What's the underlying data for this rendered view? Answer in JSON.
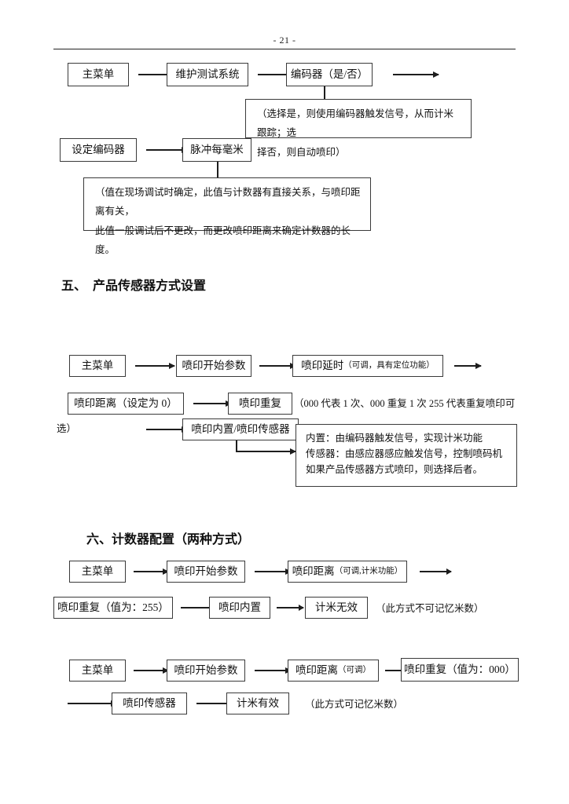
{
  "page": {
    "number_label": "- 21 -",
    "paper_color": "#ffffff",
    "ink_color": "#111111"
  },
  "section_encoder": {
    "flow_row1": [
      {
        "label": "主菜单"
      },
      {
        "label": "维护测试系统"
      },
      {
        "label": "编码器（是/否）"
      }
    ],
    "note1": {
      "line1": "（选择是，则使用编码器触发信号，从而计米跟踪；选",
      "line2": "择否，则自动喷印）"
    },
    "flow_row2": [
      {
        "label": "设定编码器"
      },
      {
        "label": "脉冲每毫米"
      }
    ],
    "note2": {
      "line1": "（值在现场调试时确定，此值与计数器有直接关系，与喷印距离有关，",
      "line2": "此值一般调试后不更改，而更改喷印距离来确定计数器的长度。"
    }
  },
  "section_five": {
    "number": "五、",
    "title": "产品传感器方式设置",
    "flow_row1": [
      {
        "label": "主菜单"
      },
      {
        "label": "喷印开始参数"
      },
      {
        "label_main": "喷印延时",
        "label_sub": "（可调，具有定位功能）"
      }
    ],
    "flow_row2": [
      {
        "label": "喷印距离（设定为 0）"
      },
      {
        "label": "喷印重复"
      }
    ],
    "repeat_note_line1": "（000 代表 1 次、000 重复 1 次  255 代表重复喷印可",
    "repeat_note_line2": "选）",
    "flow_row3": [
      {
        "label": "喷印内置/喷印传感器"
      }
    ],
    "note": {
      "line1": "内置：由编码器触发信号，实现计米功能",
      "line2": "传感器：由感应器感应触发信号，控制喷码机",
      "line3": "如果产品传感器方式喷印，则选择后者。"
    }
  },
  "section_six": {
    "title": "六、计数器配置（两种方式）",
    "method1_row1": [
      {
        "label": "主菜单"
      },
      {
        "label": "喷印开始参数"
      },
      {
        "label_main": "喷印距离",
        "label_sub": "（可调,计米功能）"
      }
    ],
    "method1_row2": [
      {
        "label": "喷印重复（值为：255）"
      },
      {
        "label": "喷印内置"
      },
      {
        "label": "计米无效"
      }
    ],
    "method1_note": "（此方式不可记忆米数）",
    "method2_row1": [
      {
        "label_main": "主菜单"
      },
      {
        "label_main": "喷印开始参数"
      },
      {
        "label_main": "喷印距离",
        "label_sub": "（可调）"
      },
      {
        "label_main": "喷印重复（值为：000）"
      }
    ],
    "method2_row2": [
      {
        "label": "喷印传感器"
      },
      {
        "label": "计米有效"
      }
    ],
    "method2_note": "（此方式可记忆米数）"
  }
}
